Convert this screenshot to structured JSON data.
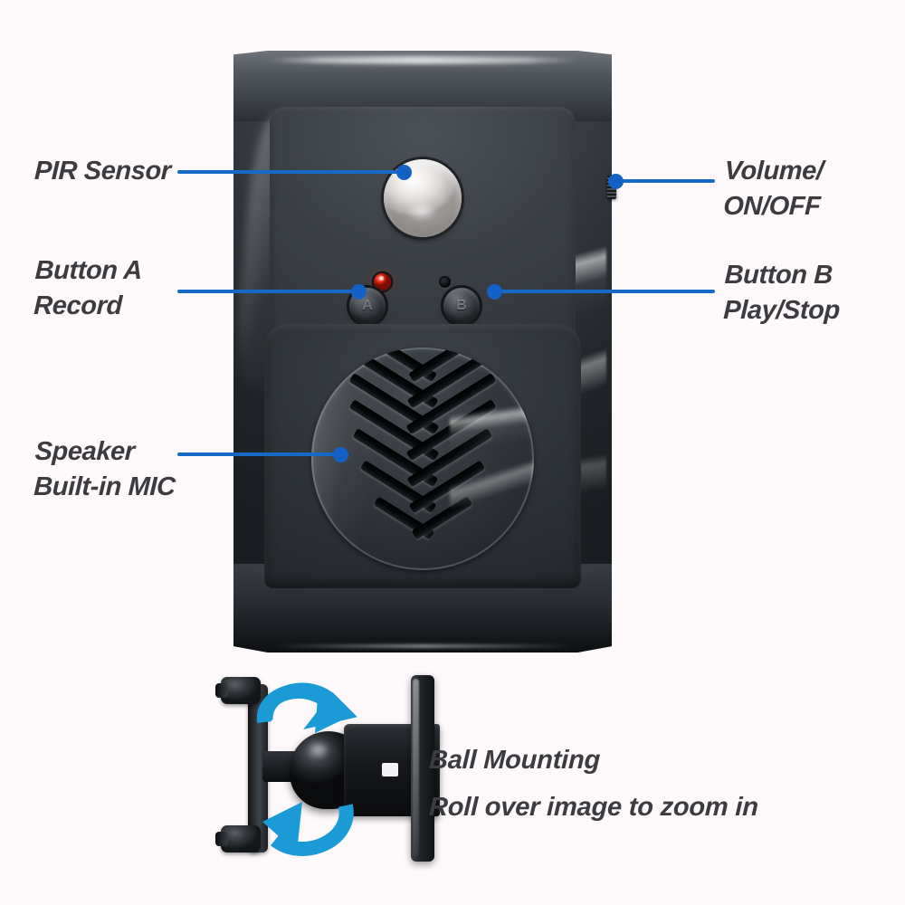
{
  "page": {
    "background_color": "#fdf9fb",
    "leader_color": "#1769c4",
    "arrow_color": "#1c9ad6",
    "label_color": "#3b3b40"
  },
  "annotations": [
    {
      "id": "pir-sensor",
      "side": "left",
      "line1": "PIR Sensor",
      "line2": "",
      "target": "pir-dome"
    },
    {
      "id": "button-a",
      "side": "left",
      "line1": "Button A",
      "line2": "Record",
      "target": "button-a"
    },
    {
      "id": "speaker",
      "side": "left",
      "line1": "Speaker",
      "line2": "Built-in MIC",
      "target": "speaker-grille"
    },
    {
      "id": "volume-onoff",
      "side": "right",
      "line1": "Volume/",
      "line2": "ON/OFF",
      "target": "volume-wheel"
    },
    {
      "id": "button-b",
      "side": "right",
      "line1": "Button B",
      "line2": "Play/Stop",
      "target": "button-b"
    }
  ],
  "device": {
    "name": "motion-sensor-alarm-speaker",
    "color": "#2b2f35",
    "button_a_letter": "A",
    "button_b_letter": "B",
    "led_color": "#f4402a",
    "speaker_chevron_count": 7
  },
  "mount": {
    "name": "ball-mounting-bracket",
    "caption_line1": "Ball Mounting",
    "caption_line2": "Roll over image to zoom in",
    "rotation_arrows": 2
  }
}
